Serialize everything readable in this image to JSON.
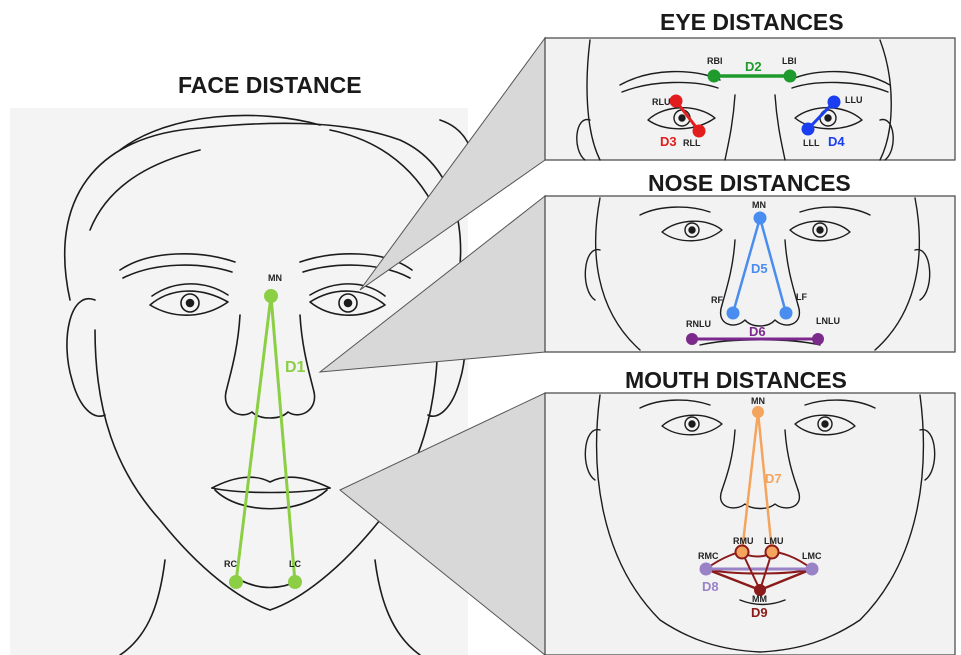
{
  "titles": {
    "face": "FACE DISTANCE",
    "eye": "EYE DISTANCES",
    "nose": "NOSE DISTANCES",
    "mouth": "MOUTH DISTANCES"
  },
  "colors": {
    "d1": "#8ccf45",
    "d2": "#1e9b2c",
    "d3": "#e31d1d",
    "d4": "#1a3ef0",
    "d5": "#4a8df0",
    "d6": "#7b2a8c",
    "d7": "#f5a45e",
    "d8": "#9a82c6",
    "d9": "#8b1a1a",
    "sketch": "#1c1c1c",
    "panel_bg": "#f2f2f2"
  },
  "face": {
    "points": {
      "mn": "MN",
      "rc": "RC",
      "lc": "LC"
    },
    "distances": {
      "d1": "D1"
    }
  },
  "eye_panel": {
    "points": {
      "rbi": "RBI",
      "lbi": "LBI",
      "rlu": "RLU",
      "rll": "RLL",
      "llu": "LLU",
      "lll": "LLL"
    },
    "distances": {
      "d2": "D2",
      "d3": "D3",
      "d4": "D4"
    }
  },
  "nose_panel": {
    "points": {
      "mn": "MN",
      "rf": "RF",
      "lf": "LF",
      "rnlu": "RNLU",
      "lnlu": "LNLU"
    },
    "distances": {
      "d5": "D5",
      "d6": "D6"
    }
  },
  "mouth_panel": {
    "points": {
      "mn": "MN",
      "rmu": "RMU",
      "lmu": "LMU",
      "rmc": "RMC",
      "lmc": "LMC",
      "mm": "MM"
    },
    "distances": {
      "d7": "D7",
      "d8": "D8",
      "d9": "D9"
    }
  }
}
